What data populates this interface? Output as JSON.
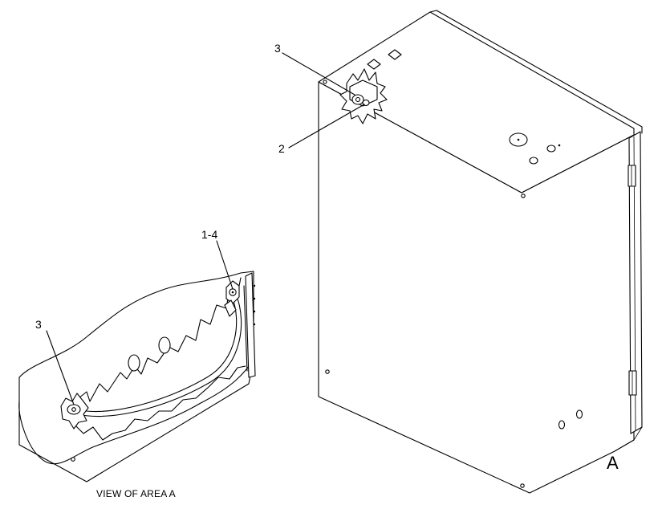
{
  "labels": {
    "main_callout_3": "3",
    "main_callout_2": "2",
    "area_letter": "A",
    "detail_callout_1_4": "1-4",
    "detail_callout_3": "3",
    "caption": "VIEW OF AREA  A"
  }
}
